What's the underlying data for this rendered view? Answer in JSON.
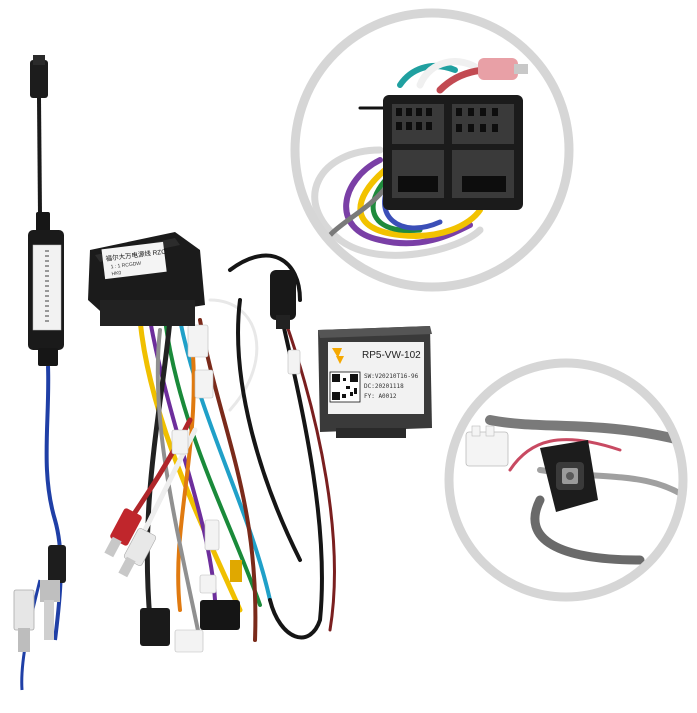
{
  "product": {
    "decoder_box": {
      "model": "RP5-VW-102",
      "line1": "SW:V20210T16-96",
      "line2": "DC:20201118",
      "line3": "FY: A0012"
    },
    "harness_box": {
      "label_cn": "福尔大万电源线 RZC",
      "label_sub1": "1 : 1 RCGDW",
      "label_sub2": "HK0"
    }
  },
  "colors": {
    "callout_ring": "#d6d6d6",
    "connector_body": "#1b1b1b",
    "decoder_body": "#3a3a3a",
    "label_white": "#f4f4f4"
  }
}
